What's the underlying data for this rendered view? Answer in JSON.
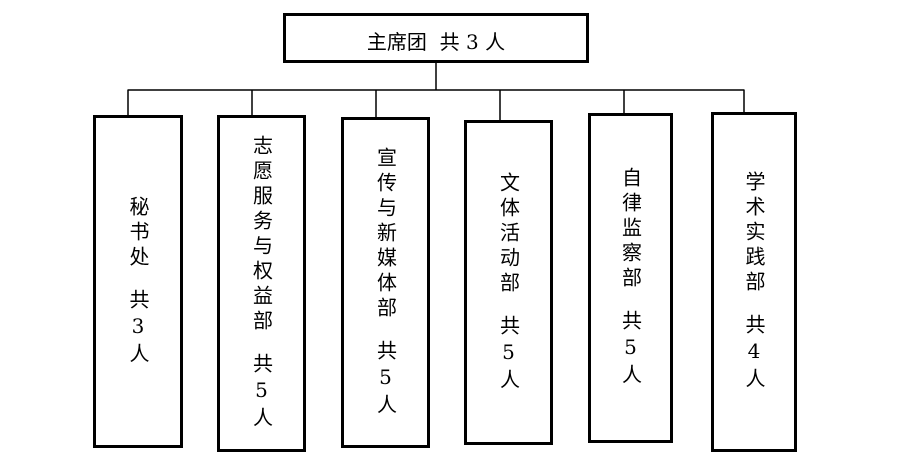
{
  "title": {
    "text": "主席团  共 3 人"
  },
  "departments": [
    {
      "name": "秘书处",
      "count": "共3人"
    },
    {
      "name": "志愿服务与权益部",
      "count": "共5人"
    },
    {
      "name": "宣传与新媒体部",
      "count": "共5人"
    },
    {
      "name": "文体活动部",
      "count": "共5人"
    },
    {
      "name": "自律监察部",
      "count": "共5人"
    },
    {
      "name": "学术实践部",
      "count": "共4人"
    }
  ]
}
